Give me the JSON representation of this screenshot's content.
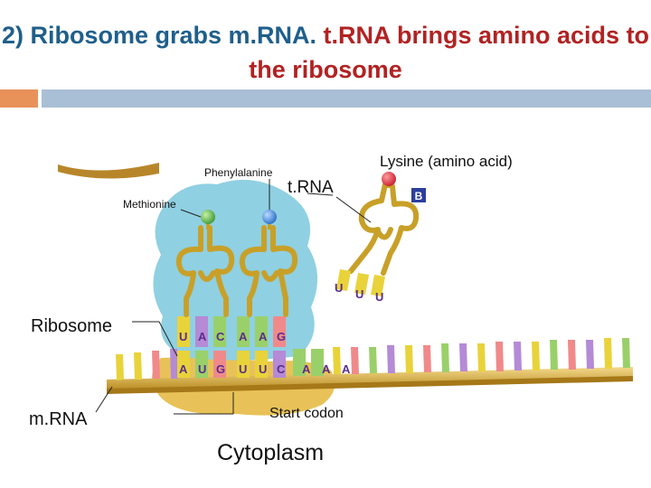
{
  "title": {
    "part1": "2) Ribosome grabs m.RNA.",
    "part2": "t.RNA brings amino acids to the ribosome"
  },
  "labels": {
    "phenylalanine": "Phenylalanine",
    "methionine": "Methionine",
    "trna": "t.RNA",
    "lysine": "Lysine (amino acid)",
    "ribosome": "Ribosome",
    "mrna": "m.RNA",
    "start_codon": "Start codon",
    "cytoplasm": "Cytoplasm",
    "panel_badge": "B"
  },
  "trna_bases": {
    "free_anticodon": [
      "U",
      "U",
      "U"
    ],
    "bound_anticodon": [
      "U",
      "A",
      "C",
      "A",
      "A",
      "G"
    ]
  },
  "mrna_codons": [
    "A",
    "U",
    "G",
    "U",
    "U",
    "C",
    "A",
    "A",
    "A"
  ],
  "colors": {
    "title_blue": "#1f5f8b",
    "title_red": "#b22222",
    "ribosome_large": "#8fd0e2",
    "ribosome_small": "#e8c258",
    "trna": "#c8a028",
    "methionine": "#5fb04a",
    "phenylalanine": "#3a8ad6",
    "lysine": "#d8283a",
    "base_letters": "#5a2d8c"
  }
}
